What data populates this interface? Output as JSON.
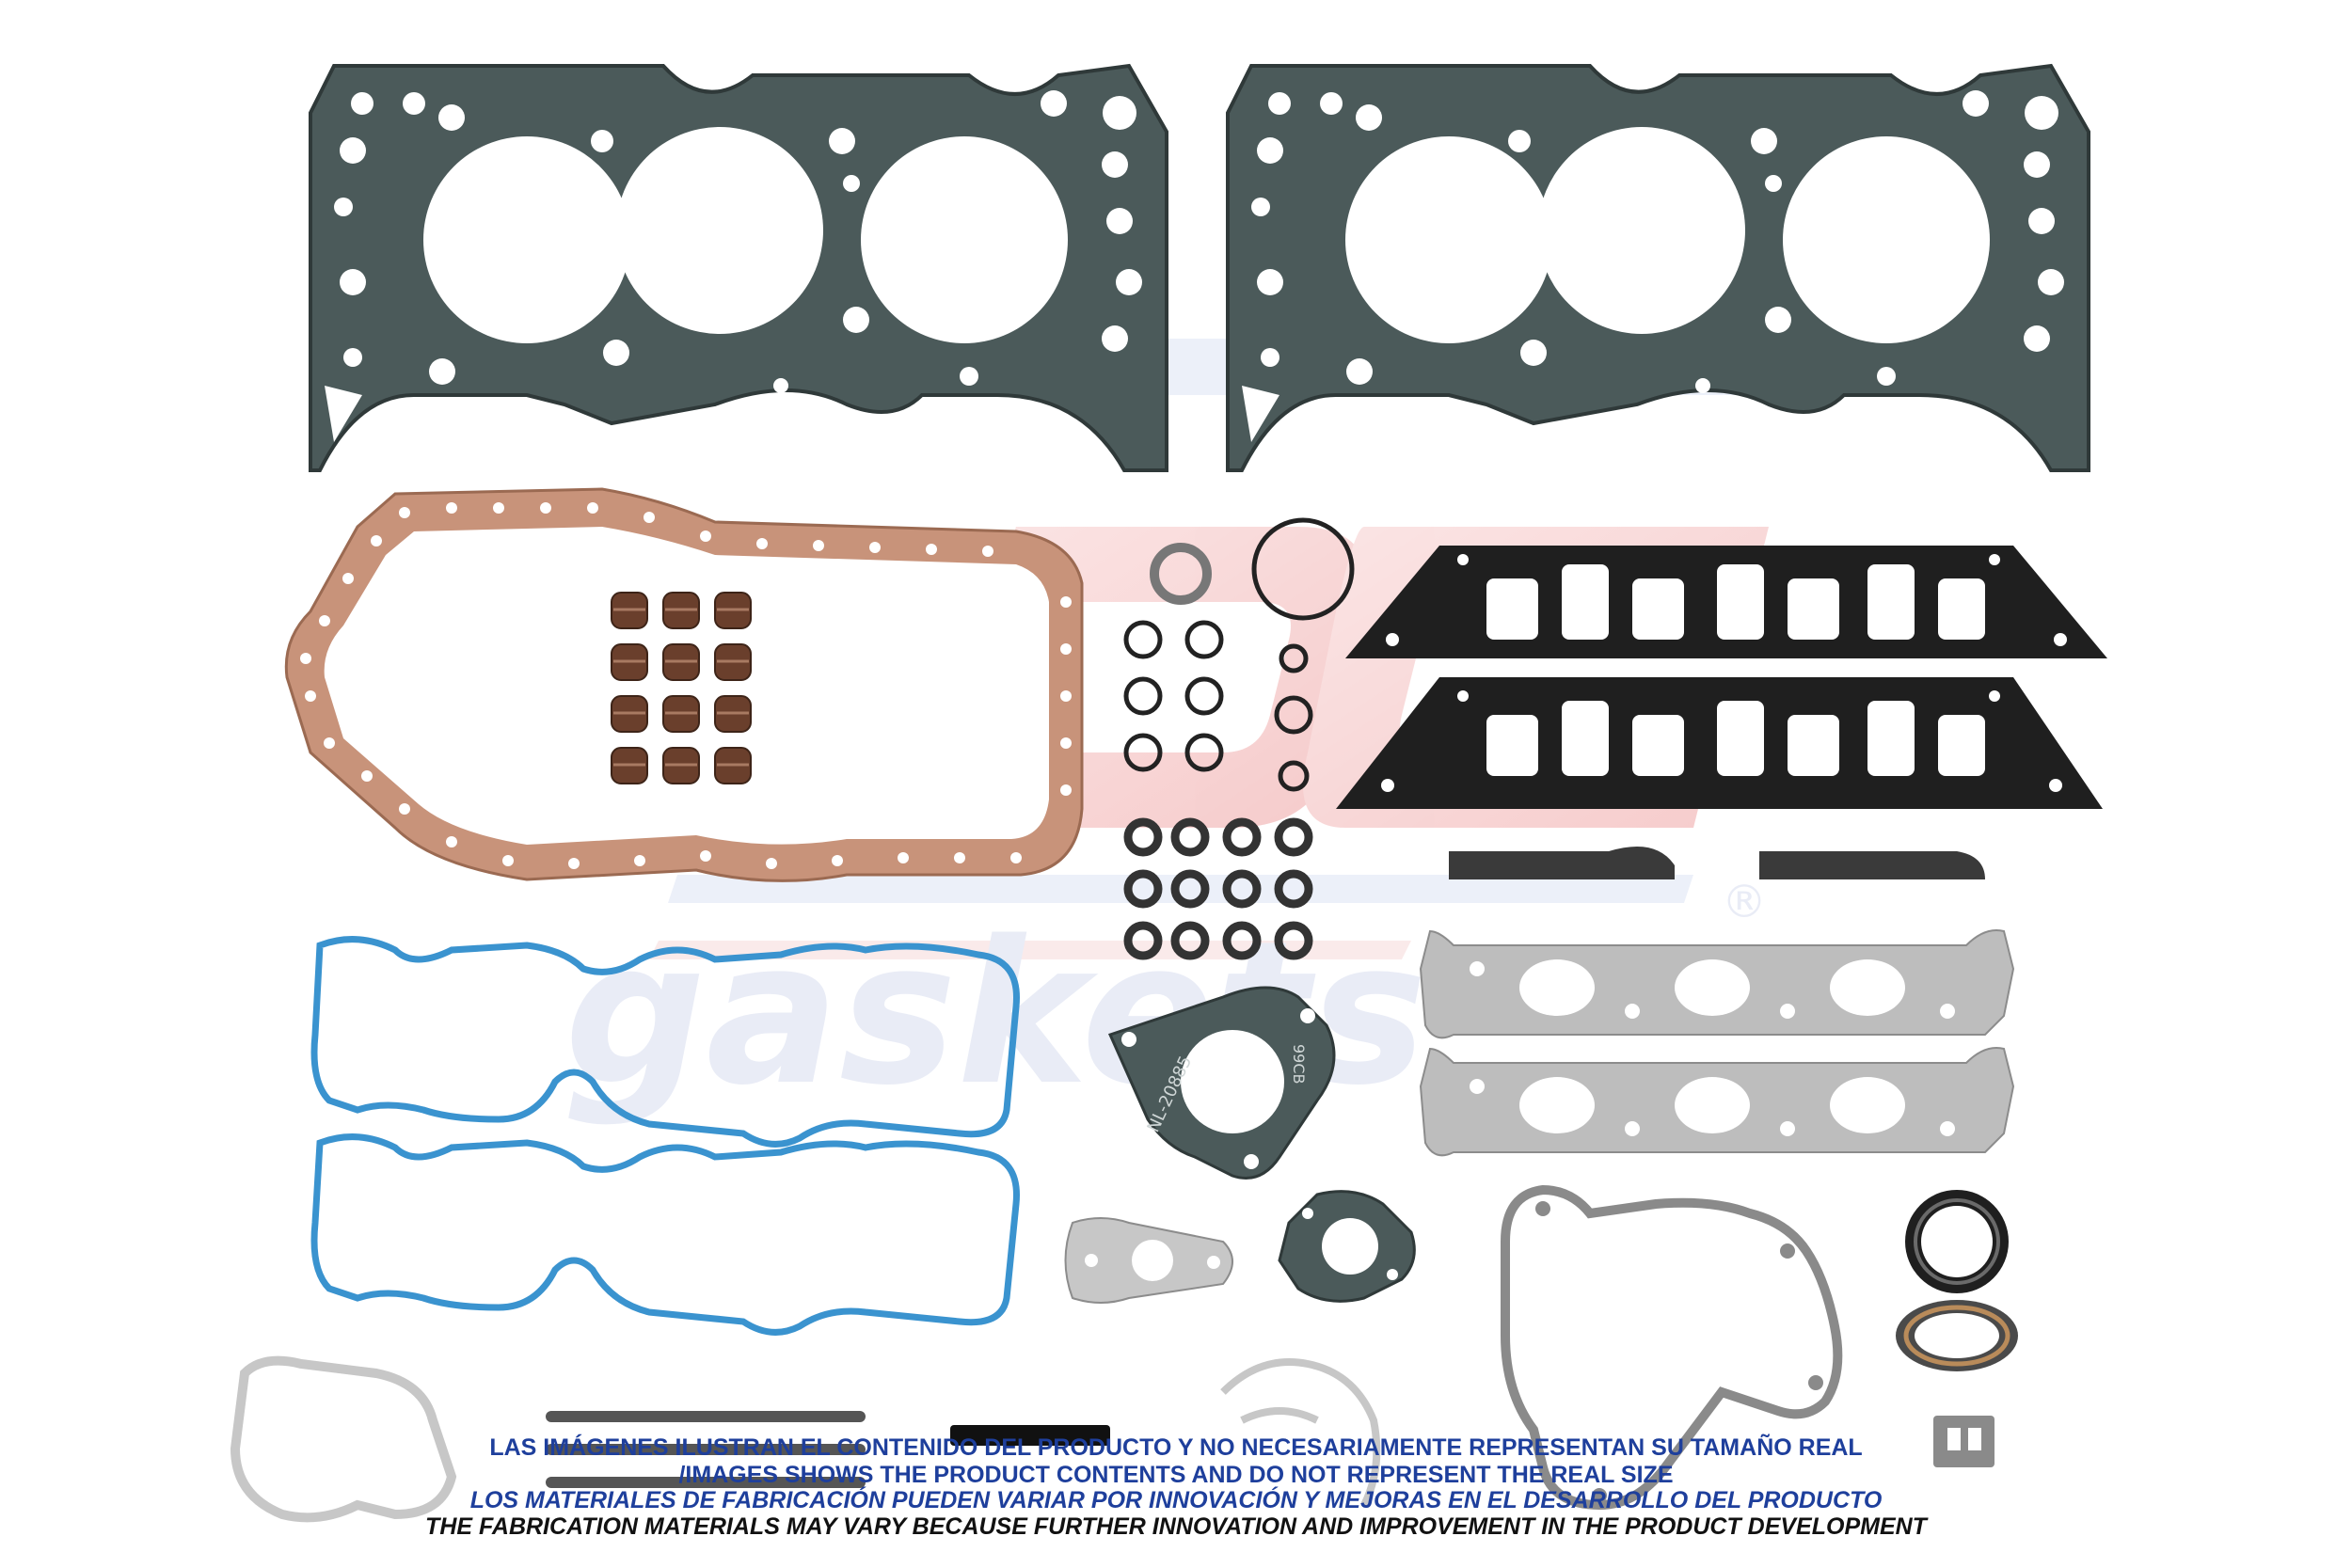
{
  "image": {
    "subject": "engine gasket set product photo",
    "colors": {
      "background": "#ffffff",
      "head_gasket": "#4b5a5a",
      "cork_gasket": "#c8937a",
      "blue_gasket": "#3a93cf",
      "graphite": "#bdbdbd",
      "rubber": "#2b2b2b",
      "seal_brown": "#6a3f2c",
      "watermark_red": "#e56a6a",
      "watermark_blue": "#3a5cb8"
    }
  },
  "watermark": {
    "logo_text": "DC",
    "brand_text": "gaskets",
    "registered_mark": "®"
  },
  "part_markings": {
    "thermostat_gasket": "NL-20885",
    "thermostat_code": "99CB"
  },
  "disclaimer": {
    "line_es": "LAS IMÁGENES ILUSTRAN EL CONTENIDO DEL PRODUCTO Y NO NECESARIAMENTE REPRESENTAN SU TAMAÑO REAL",
    "line_en": "/IMAGES SHOWS THE PRODUCT CONTENTS AND DO NOT REPRESENT THE REAL SIZE",
    "materials_es": "LOS MATERIALES DE FABRICACIÓN PUEDEN VARIAR POR INNOVACIÓN Y MEJORAS EN EL DESARROLLO DEL PRODUCTO",
    "materials_en": "THE FABRICATION MATERIALS MAY VARY BECAUSE FURTHER INNOVATION AND IMPROVEMENT IN THE PRODUCT DEVELOPMENT"
  }
}
